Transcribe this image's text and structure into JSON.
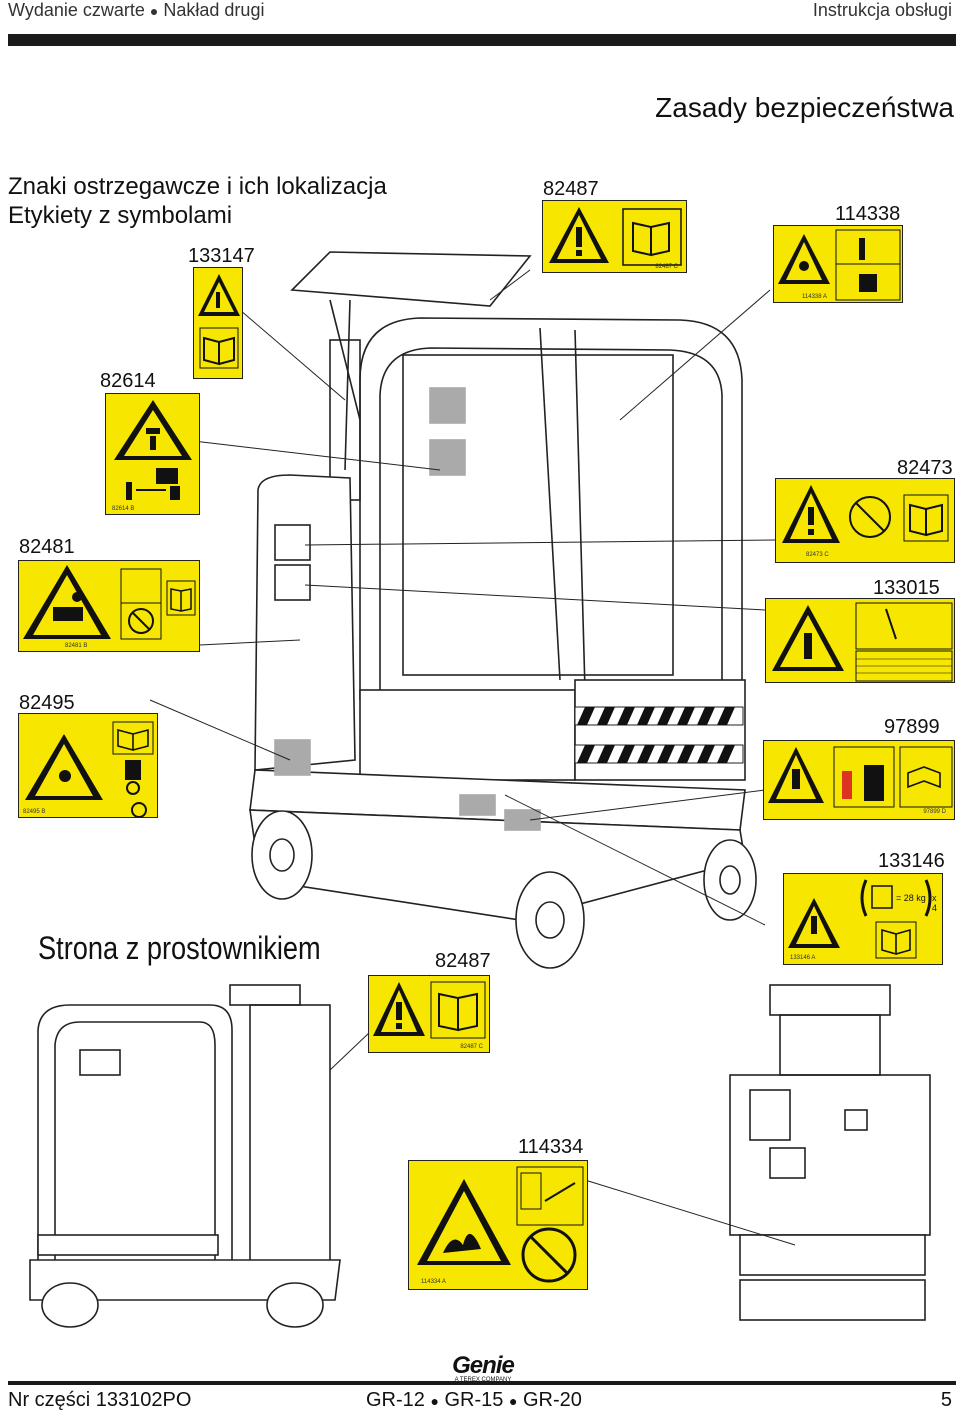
{
  "header": {
    "left": "Wydanie czwarte",
    "left2": "Nakład drugi",
    "right": "Instrukcja obsługi"
  },
  "section_title": "Zasady bezpieczeństwa",
  "subtitle1": "Znaki ostrzegawcze i ich lokalizacja",
  "subtitle2": "Etykiety z symbolami",
  "rectifier_side": "Strona z prostownikiem",
  "labels": {
    "l82487_top": "82487",
    "l114338": "114338",
    "l133147": "133147",
    "l82614": "82614",
    "l82473": "82473",
    "l82481": "82481",
    "l133015": "133015",
    "l82495": "82495",
    "l97899": "97899",
    "l133146": "133146",
    "l82487_bot": "82487",
    "l114334": "114334"
  },
  "sticker_codes": {
    "c82614": "82614 B",
    "c82481": "82481 B",
    "c82495": "82495 B",
    "c82473": "82473 C",
    "c97899": "97899 D",
    "c133146": "133146 A",
    "c82487_bot": "82487 C",
    "c114334": "114334 A",
    "c82487_top": "82487 C",
    "c114338": "114338 A"
  },
  "weight_label": "= 28 kg",
  "multiplier": "x 4",
  "logo": {
    "brand": "Genie",
    "tagline": "A TEREX COMPANY"
  },
  "footer": {
    "part_number": "Nr części 133102PO",
    "models": [
      "GR-12",
      "GR-15",
      "GR-20"
    ],
    "page": "5"
  },
  "colors": {
    "sticker": "#f7e600",
    "ink": "#111111"
  }
}
